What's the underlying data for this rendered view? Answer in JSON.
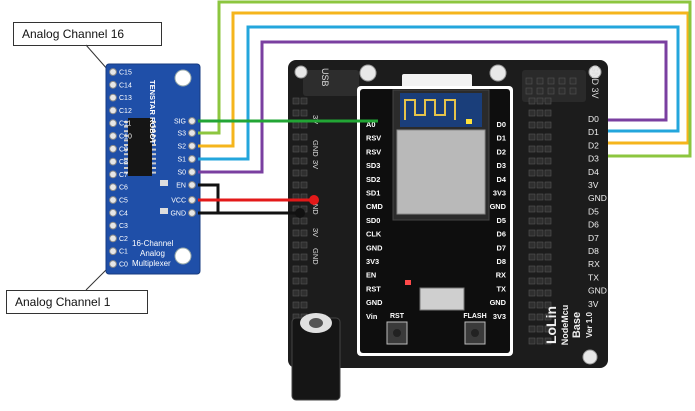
{
  "callouts": {
    "ch16": "Analog Channel 16",
    "ch1": "Analog Channel 1"
  },
  "mux": {
    "brand": "TENSTAR ROBOT",
    "caption_lines": [
      "16-Channel",
      "Analog",
      "Multiplexer"
    ],
    "left_pins": [
      "C15",
      "C14",
      "C13",
      "C12",
      "C11",
      "C10",
      "C9",
      "C8",
      "C7",
      "C6",
      "C5",
      "C4",
      "C3",
      "C2",
      "C1",
      "C0"
    ],
    "right_pins": [
      "SIG",
      "S3",
      "S2",
      "S1",
      "S0",
      "EN",
      "VCC",
      "GND"
    ]
  },
  "nodemcu": {
    "left_pins": [
      "A0",
      "RSV",
      "RSV",
      "SD3",
      "SD2",
      "SD1",
      "CMD",
      "SD0",
      "CLK",
      "GND",
      "3V3",
      "EN",
      "RST",
      "GND",
      "Vin"
    ],
    "right_pins": [
      "D0",
      "D1",
      "D2",
      "D3",
      "D4",
      "3V3",
      "GND",
      "D5",
      "D6",
      "D7",
      "D8",
      "RX",
      "TX",
      "GND",
      "3V3"
    ],
    "buttons": [
      "RST",
      "FLASH"
    ]
  },
  "base": {
    "right_labels": [
      "D0",
      "D1",
      "D2",
      "D3",
      "D4",
      "3V",
      "GND",
      "D5",
      "D6",
      "D7",
      "D8",
      "RX",
      "TX",
      "GND",
      "3V"
    ],
    "left_labels": [
      "3V",
      "GND",
      "3V",
      "GND",
      "3V",
      "GND"
    ],
    "top_labels": [
      "USB",
      "GND 3V"
    ],
    "brand_lines": [
      "LoLin",
      "NodeMcu",
      "Base",
      "Ver 1.0"
    ]
  },
  "colors": {
    "green_wire": "#22a535",
    "yellow_wire": "#f5b51c",
    "blue_wire": "#23a6dc",
    "purple_wire": "#7a3fa0",
    "red_wire": "#e31919",
    "black_wire": "#111111",
    "mux_board": "#1f4fa8",
    "base_board": "#1c1c1c",
    "nodemcu_board": "#111111"
  }
}
